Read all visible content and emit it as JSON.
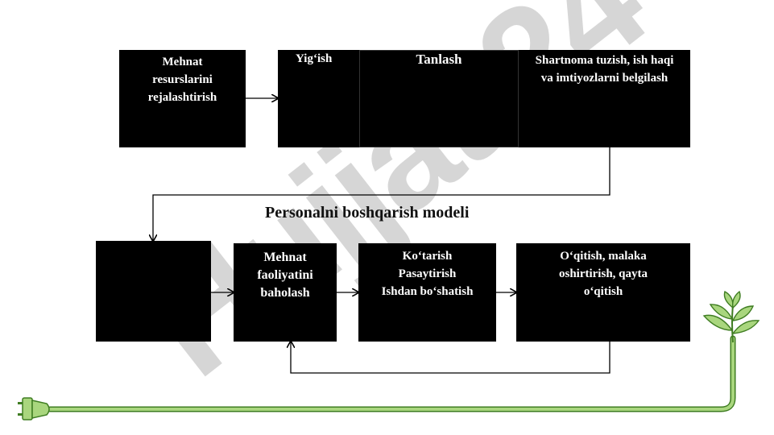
{
  "diagram": {
    "title": "Personalni boshqarish modeli",
    "watermark": "Hujjat 24",
    "boxes": {
      "planning": "Mehnat resurslarini rejalashtirish",
      "collect": "Yig‘ish",
      "select": "Tanlash",
      "contract": "Shartnoma tuzish, ish haqi va imtiyozlarni belgilash",
      "blank": "",
      "evaluate": "Mehnat faoliyatini baholash",
      "promote_1": "Ko‘tarish",
      "promote_2": "Pasaytirish",
      "promote_3": "Ishdan bo‘shatish",
      "training": "O‘qitish, malaka oshirtirish, qayta o‘qitish"
    }
  },
  "colors": {
    "box_fill": "#000000",
    "box_text": "#ffffff",
    "watermark_gray": "#c8c8c8",
    "watermark_purple": "#c9b4f5",
    "plant_green": "#a9d67e",
    "plant_stroke": "#3f7d22"
  },
  "icons": {
    "plug": "plug-icon",
    "plant": "sprout-icon"
  }
}
